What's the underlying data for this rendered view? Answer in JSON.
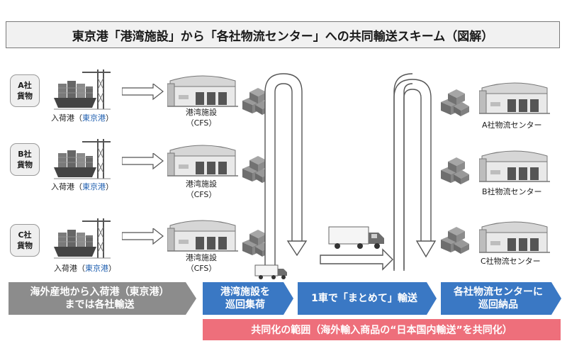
{
  "title": "東京港「港湾施設」から「各社物流センター」への共同輸送スキーム（図解）",
  "rows": [
    {
      "cargo_line1": "A社",
      "cargo_line2": "貨物",
      "port_prefix": "入荷港（",
      "port_name": "東京港",
      "port_suffix": "）",
      "cfs_line1": "港湾施設",
      "cfs_line2": "（CFS）",
      "center": "A社物流センター"
    },
    {
      "cargo_line1": "B社",
      "cargo_line2": "貨物",
      "port_prefix": "入荷港（",
      "port_name": "東京港",
      "port_suffix": "）",
      "cfs_line1": "港湾施設",
      "cfs_line2": "（CFS）",
      "center": "B社物流センター"
    },
    {
      "cargo_line1": "C社",
      "cargo_line2": "貨物",
      "port_prefix": "入荷港（",
      "port_name": "東京港",
      "port_suffix": "）",
      "cfs_line1": "港湾施設",
      "cfs_line2": "（CFS）",
      "center": "C社物流センター"
    }
  ],
  "stages": {
    "overseas_line1": "海外産地から入荷港（東京港）",
    "overseas_line2": "までは各社輸送",
    "collect_line1": "港湾施設を",
    "collect_line2": "巡回集荷",
    "consolidate": "1車で「まとめて」輸送",
    "deliver_line1": "各社物流センターに",
    "deliver_line2": "巡回納品"
  },
  "scope": "共同化の範囲（海外輸入商品の“日本国内輸送”を共同化）",
  "colors": {
    "gray_bar": "#8c8c8c",
    "blue_bar": "#3a78c4",
    "pink_bar": "#ee6f7b",
    "accent_text": "#1f5fb0"
  }
}
